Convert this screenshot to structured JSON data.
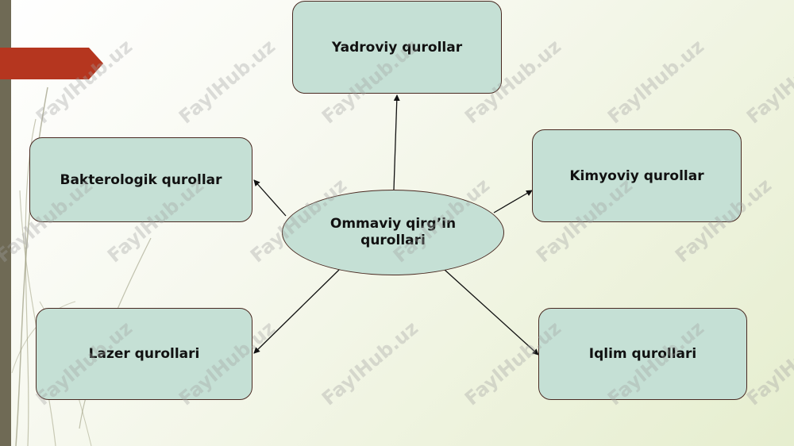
{
  "diagram": {
    "center": {
      "label": "Ommaviy qirg’in qurollari"
    },
    "nodes": [
      {
        "id": "top",
        "label": "Yadroviy qurollar"
      },
      {
        "id": "left",
        "label": "Bakterologik qurollar"
      },
      {
        "id": "right",
        "label": "Kimyoviy qurollar"
      },
      {
        "id": "bottom_left",
        "label": "Lazer qurollari"
      },
      {
        "id": "bottom_right",
        "label": "Iqlim qurollari"
      }
    ]
  },
  "colors": {
    "node_fill": "#c5e0d5",
    "node_border": "#4a2a22",
    "banner": "#b5361f",
    "left_bar": "#6f6a55"
  },
  "watermark": {
    "text": "FaylHub.uz"
  }
}
